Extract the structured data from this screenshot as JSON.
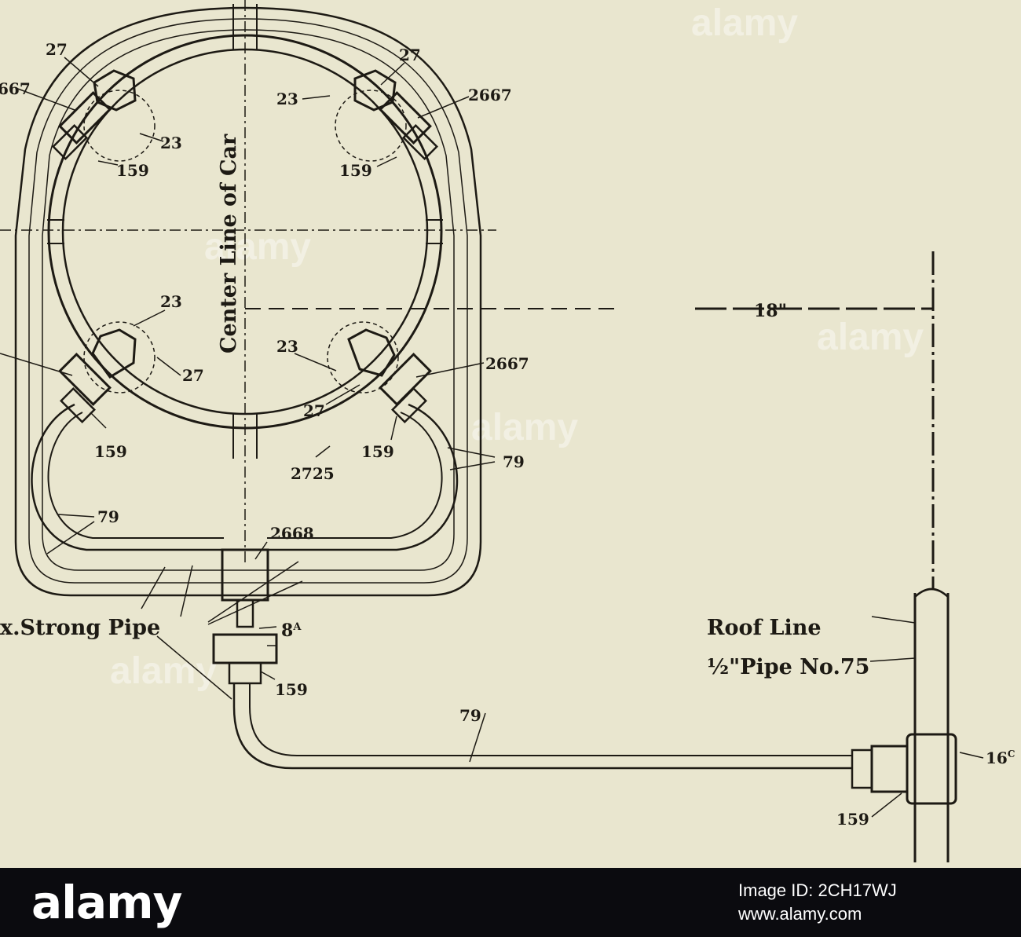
{
  "diagram": {
    "center_label": "Center Line of Car",
    "dimension_label": "18\"",
    "roof_line_label": "Roof Line",
    "pipe_label": "½\"Pipe No.75",
    "strong_pipe_label": "x.Strong Pipe",
    "callouts": {
      "c27_tl": "27",
      "c27_tr": "27",
      "c2667_tl": "667",
      "c2667_tr": "2667",
      "c23_tr": "23",
      "c23_tl": "23",
      "c159_tl": "159",
      "c159_tr": "159",
      "c23_bl": "23",
      "c27_bl": "27",
      "c23_br": "23",
      "c2667_br": "2667",
      "c27_br": "27",
      "c159_bl": "159",
      "c159_br": "159",
      "c2725": "2725",
      "c79_right": "79",
      "c79_left": "79",
      "c2668": "2668",
      "c8a": "8",
      "c8a_sup": "A",
      "c159_valve": "159",
      "c79_bottom": "79",
      "c16c": "16",
      "c16c_sup": "C",
      "c159_tee": "159"
    }
  },
  "watermark": {
    "text": "alamy"
  },
  "footer": {
    "logo": "alamy",
    "image_id": "Image ID: 2CH17WJ",
    "site": "www.alamy.com"
  },
  "colors": {
    "paper": "#e9e6cf",
    "ink": "#1d1a14",
    "footer_bg": "#0b0b0f"
  }
}
